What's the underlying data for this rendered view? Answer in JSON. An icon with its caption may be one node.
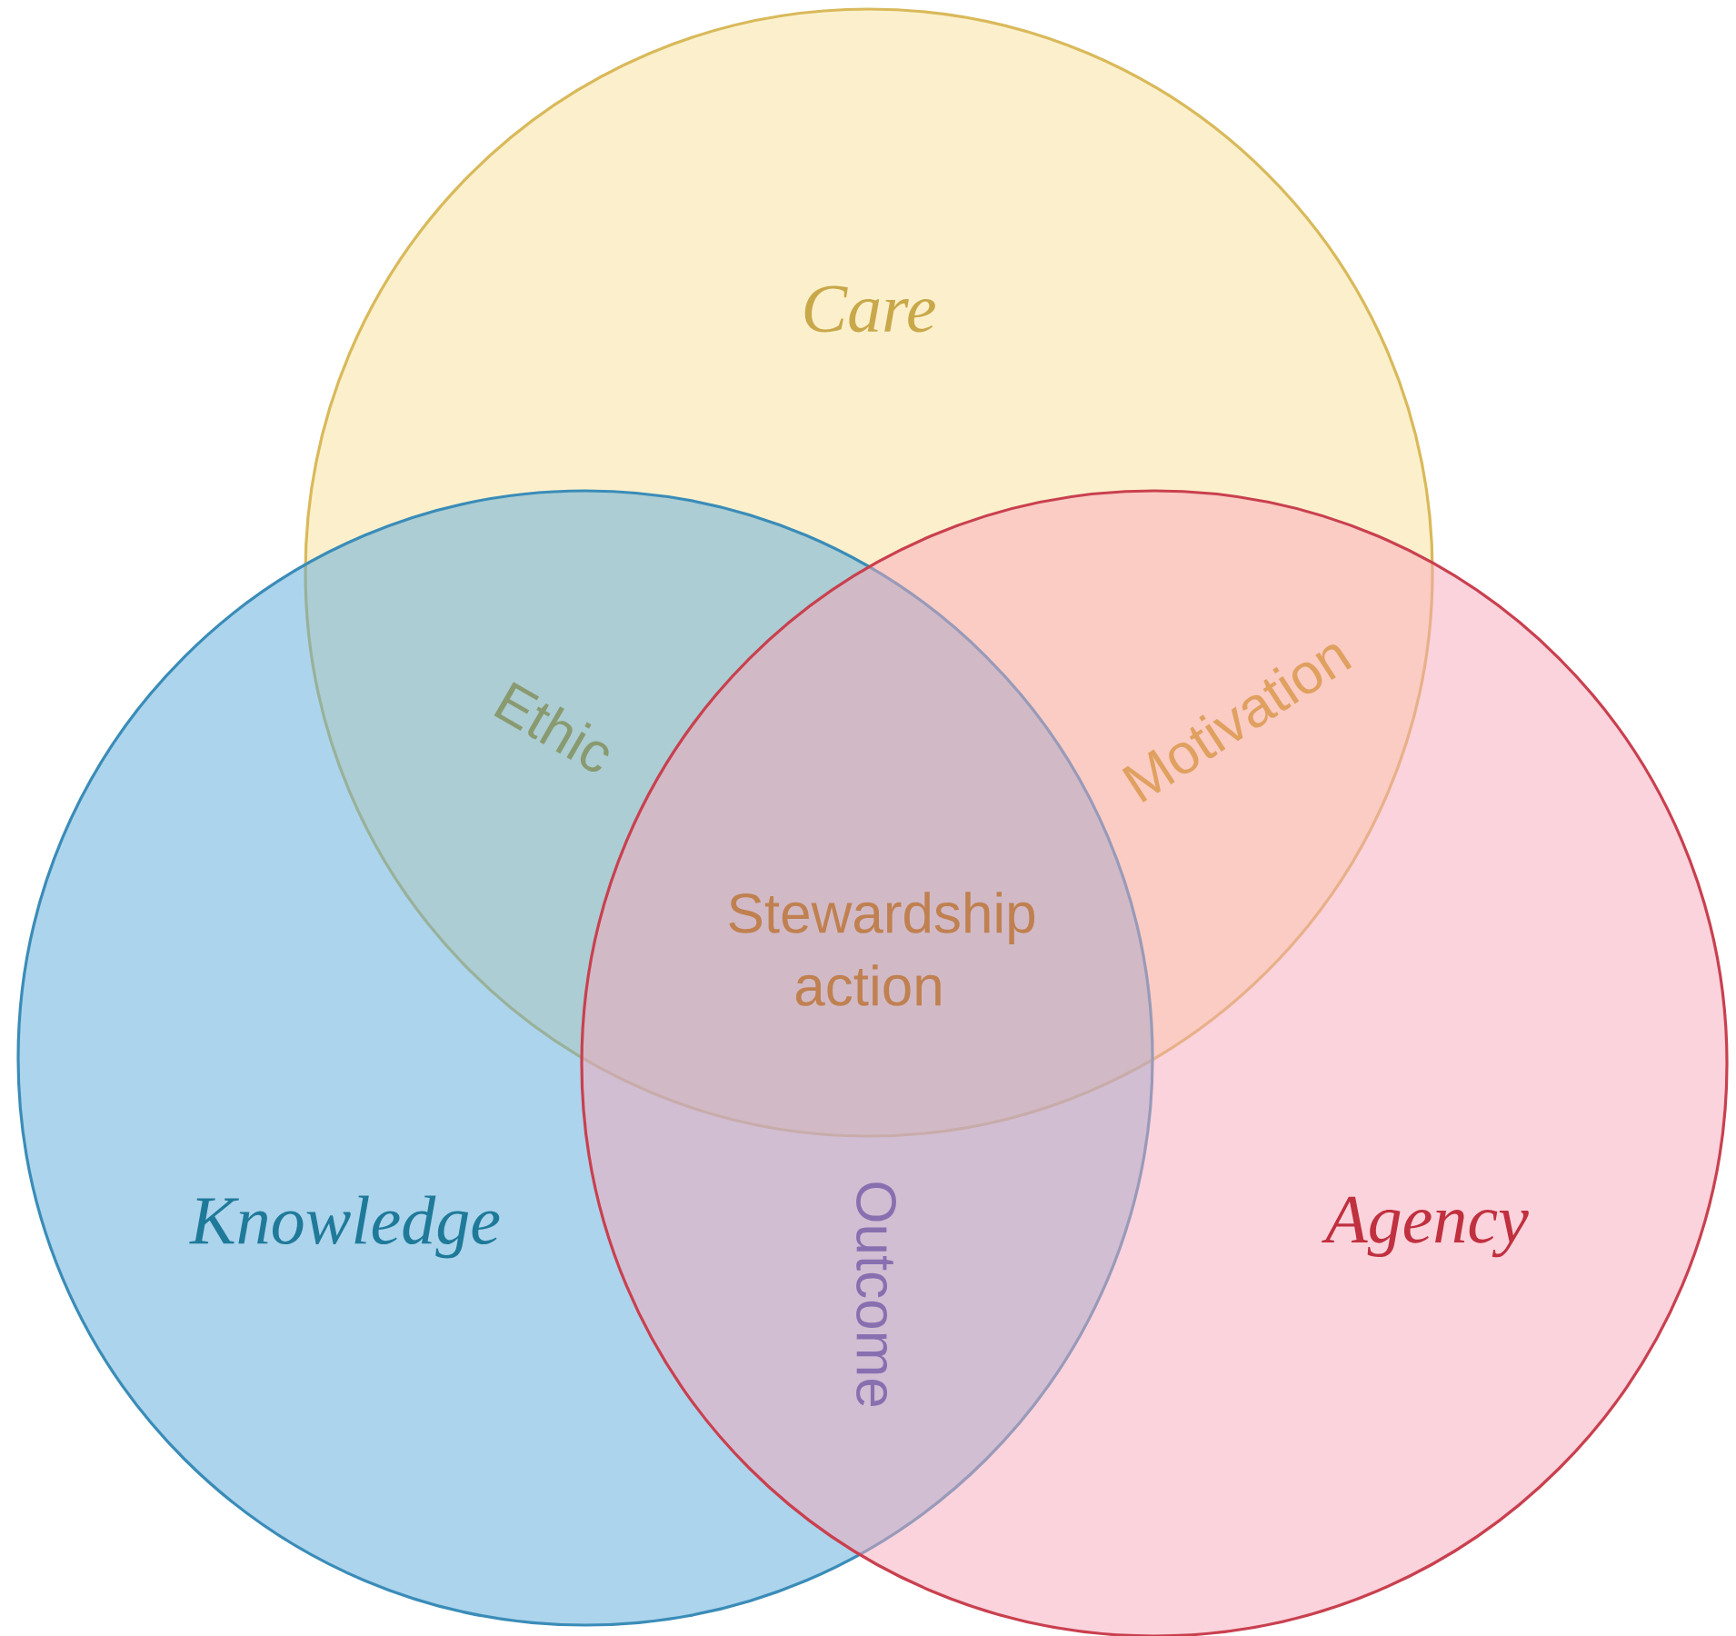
{
  "diagram": {
    "nodes": [
      {
        "text": [
          "Care"
        ]
      },
      {
        "text": [
          "Knowledge"
        ]
      },
      {
        "text": [
          "Agency"
        ]
      }
    ],
    "labels": [
      "Ethic",
      "Motivation",
      "Stewardship action",
      "Outcome"
    ]
  }
}
